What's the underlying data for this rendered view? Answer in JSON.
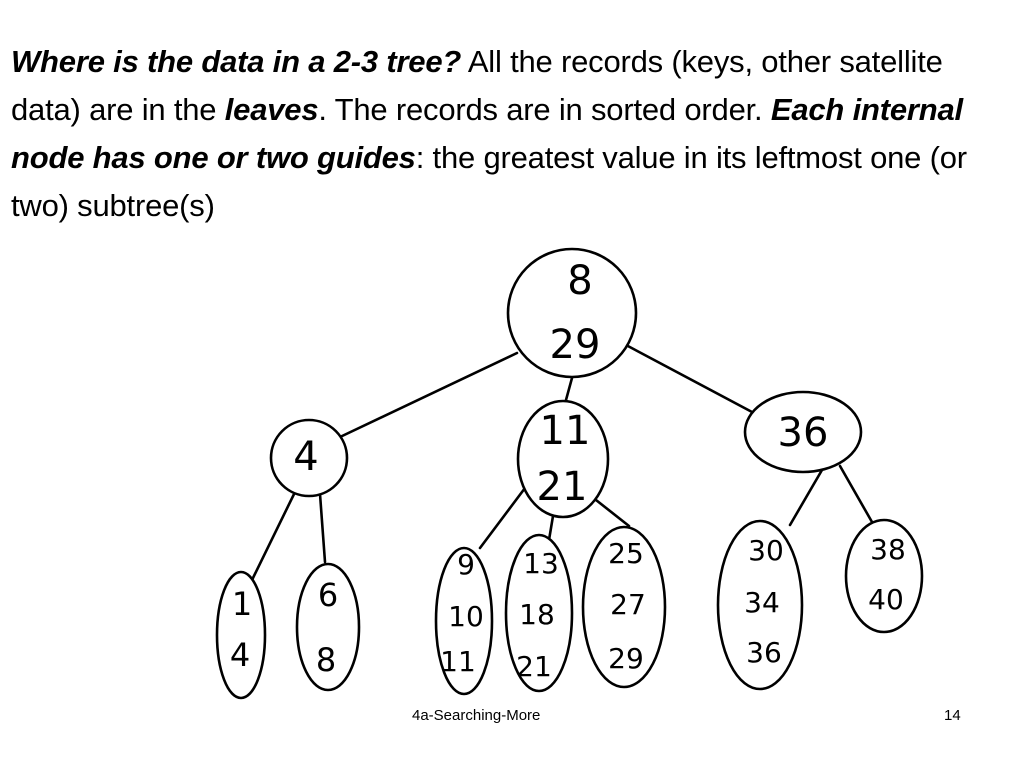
{
  "slide": {
    "paragraph": {
      "q": "Where is the data in a 2-3 tree?",
      "a1": " All the records (keys, other satellite data) are in the ",
      "leaves": "leaves",
      "a2": ". The records are in sorted order. ",
      "guides_em": "Each internal node has one or two guides",
      "a3": ": the greatest value in its leftmost one (or two) subtree(s)"
    }
  },
  "tree": {
    "root": [
      "8",
      "29"
    ],
    "internal": [
      [
        "4"
      ],
      [
        "11",
        "21"
      ],
      [
        "36"
      ]
    ],
    "leaves": [
      [
        "1",
        "4"
      ],
      [
        "6",
        "8"
      ],
      [
        "9",
        "10",
        "11"
      ],
      [
        "13",
        "18",
        "21"
      ],
      [
        "25",
        "27",
        "29"
      ],
      [
        "30",
        "34",
        "36"
      ],
      [
        "38",
        "40"
      ]
    ]
  },
  "footer": {
    "title": "4a-Searching-More",
    "page": "14"
  }
}
